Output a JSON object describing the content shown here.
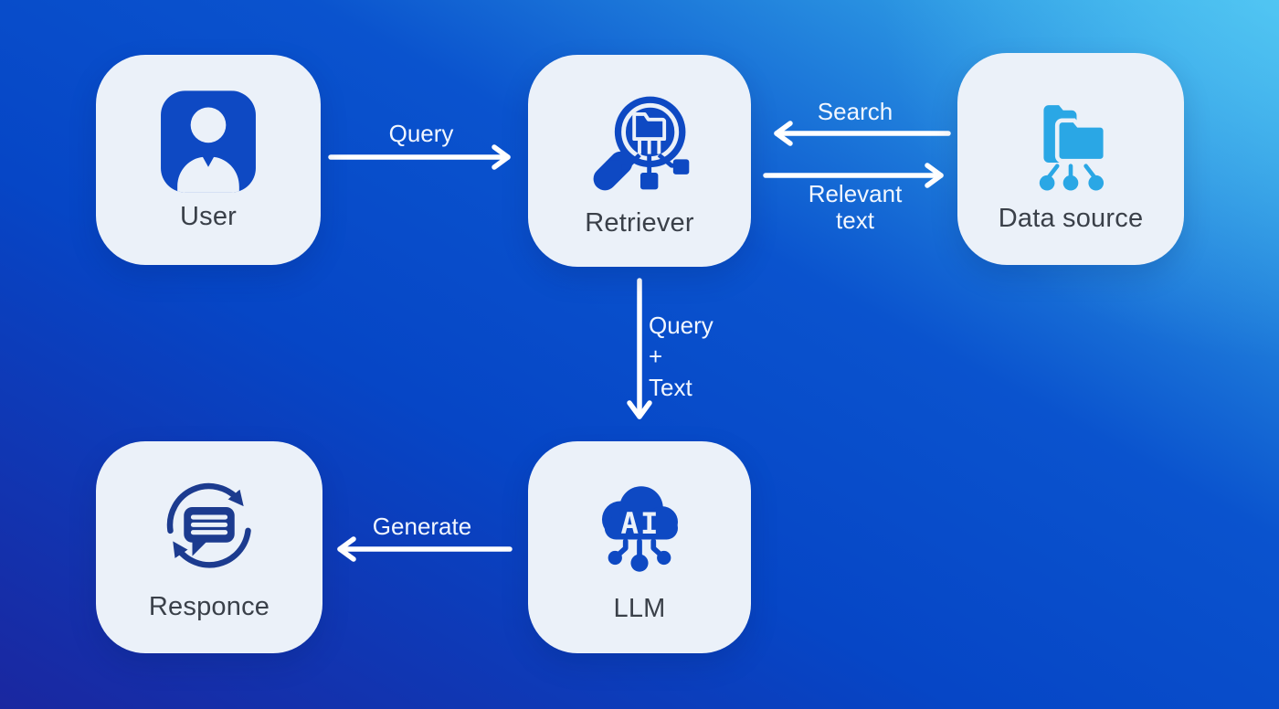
{
  "background": {
    "gradient_bottom_left": "#1a27a0",
    "gradient_mid": "#0849cb",
    "gradient_top_right": "#3fbdee"
  },
  "node_style": {
    "bg": "#ebf1f9",
    "label_color": "#3a4049"
  },
  "icon_colors": {
    "primary_blue": "#0e49c3",
    "light_blue": "#2aa7e5",
    "navy": "#1c3b8f",
    "icon_light": "#ebf1f9"
  },
  "arrow_color": "#ffffff",
  "nodes": [
    {
      "id": "user",
      "label": "User",
      "icon": "user-icon"
    },
    {
      "id": "retriever",
      "label": "Retriever",
      "icon": "retriever-search-icon"
    },
    {
      "id": "datasource",
      "label": "Data source",
      "icon": "data-source-folders-icon"
    },
    {
      "id": "responce",
      "label": "Responce",
      "icon": "response-chat-refresh-icon"
    },
    {
      "id": "llm",
      "label": "LLM",
      "icon": "ai-cloud-icon",
      "icon_text": "AI"
    }
  ],
  "edges": [
    {
      "id": "query",
      "from": "user",
      "to": "retriever",
      "label": "Query",
      "direction": "right"
    },
    {
      "id": "search",
      "from": "datasource",
      "to": "retriever",
      "label": "Search",
      "direction": "left"
    },
    {
      "id": "relevant-text",
      "from": "retriever",
      "to": "datasource",
      "label": "Relevant text",
      "direction": "right"
    },
    {
      "id": "query-plus-text",
      "from": "retriever",
      "to": "llm",
      "label": "Query + Text",
      "lines": [
        "Query",
        "+",
        "Text"
      ],
      "direction": "down"
    },
    {
      "id": "generate",
      "from": "llm",
      "to": "responce",
      "label": "Generate",
      "direction": "left"
    }
  ]
}
